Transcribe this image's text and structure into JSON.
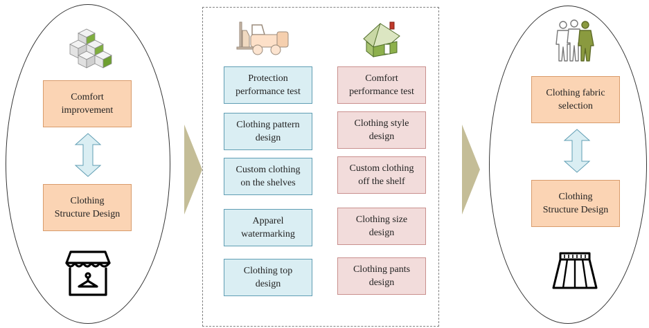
{
  "left": {
    "top_box": "Comfort\nimprovement",
    "bottom_box": "Clothing\nStructure Design"
  },
  "center": {
    "column_left": [
      "Protection\nperformance test",
      "Clothing pattern\ndesign",
      "Custom clothing\non the shelves",
      "Apparel\nwatermarking",
      "Clothing top\ndesign"
    ],
    "column_right": [
      "Comfort\nperformance test",
      "Clothing style\ndesign",
      "Custom clothing\noff the shelf",
      "Clothing size\ndesign",
      "Clothing pants\ndesign"
    ]
  },
  "right": {
    "top_box": "Clothing fabric\nselection",
    "bottom_box": "Clothing\nStructure Design"
  },
  "colors": {
    "orange_box": "#fbd4b4",
    "blue_box": "#daeef3",
    "pink_box": "#f2dcdb",
    "flow_arrow": "#c4bd97",
    "double_arrow": "#daeef3"
  },
  "icons": [
    "cubes-icon",
    "storefront-icon",
    "forklift-icon",
    "house-icon",
    "people-icon",
    "skirt-icon"
  ]
}
